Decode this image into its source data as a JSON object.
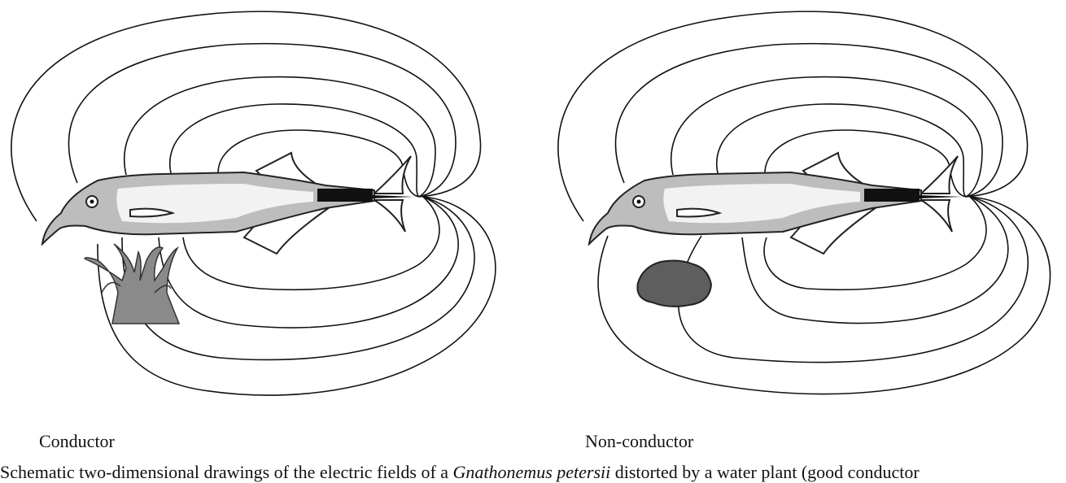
{
  "panels": {
    "left": {
      "label": "Conductor"
    },
    "right": {
      "label": "Non-conductor"
    }
  },
  "caption": {
    "prefix": "Schematic two-dimensional drawings of the electric fields of a ",
    "species": "Gnathonemus petersii",
    "suffix": " distorted by a water plant (good conductor"
  },
  "colors": {
    "body": "#bdbdbd",
    "belly": "#f2f2f2",
    "organ": "#111111",
    "plant": "#8a8a8a",
    "stone": "#5e5e5e",
    "field_line": "#111111"
  }
}
